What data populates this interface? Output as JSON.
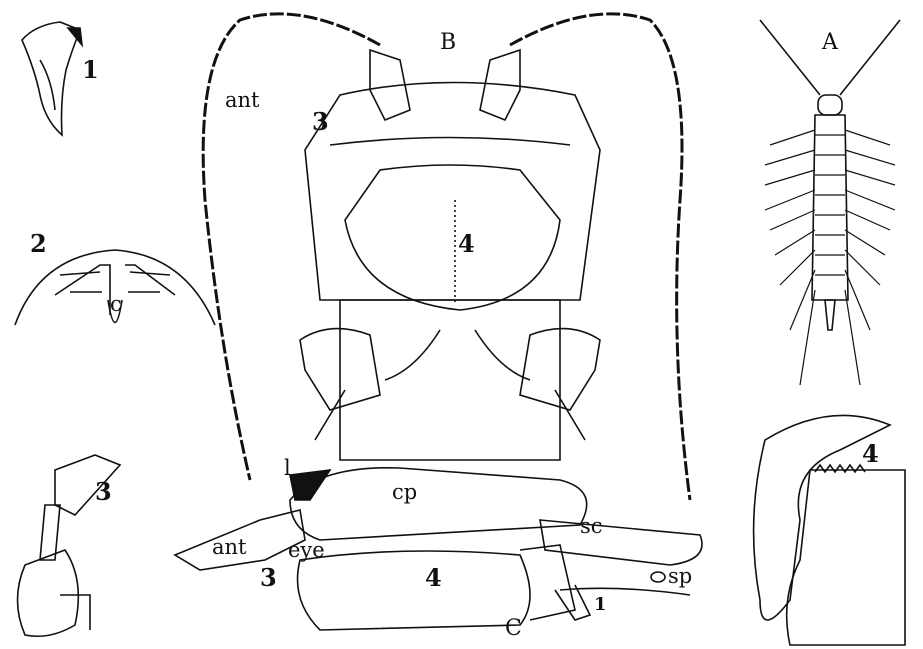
{
  "figure": {
    "fig1": {
      "number": "1"
    },
    "fig2": {
      "number": "2",
      "part_c": "c"
    },
    "fig3": {
      "number": "3"
    },
    "figA": {
      "letter": "A"
    },
    "figB": {
      "letter": "B",
      "antenna": "ant",
      "part_3": "3",
      "part_4": "4"
    },
    "figC": {
      "letter": "C",
      "labrum": "l",
      "cephalic_plate": "cp",
      "antenna": "ant",
      "eye": "eye",
      "part_3": "3",
      "part_4": "4",
      "scute": "sc",
      "spiracle": "sp",
      "leg_1": "1"
    },
    "fig4": {
      "number": "4"
    }
  }
}
